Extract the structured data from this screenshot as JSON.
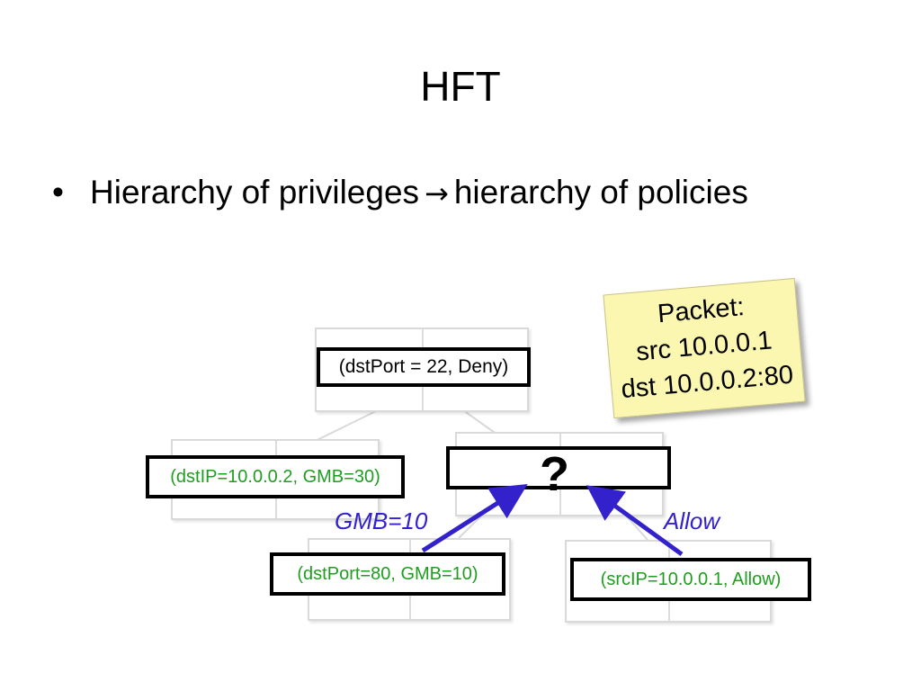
{
  "title": "HFT",
  "bullet": {
    "symbol": "•",
    "text_before": "Hierarchy of privileges",
    "arrow": "→",
    "text_after": "hierarchy of policies"
  },
  "diagram": {
    "root_rule": "(dstPort = 22, Deny)",
    "left_rule": "(dstIP=10.0.0.2, GMB=30)",
    "bottom_left_rule": "(dstPort=80, GMB=10)",
    "bottom_right_rule": "(srcIP=10.0.0.1, Allow)",
    "result": "?",
    "edge_left_label": "GMB=10",
    "edge_right_label": "Allow",
    "packet_note": {
      "line1": "Packet:",
      "line2": "src 10.0.0.1",
      "line3": "dst 10.0.0.2:80"
    },
    "colors": {
      "rule_text_green": "#1e9e1e",
      "arrow_blue": "#3322cc",
      "note_yellow": "#fbf7b0"
    }
  }
}
